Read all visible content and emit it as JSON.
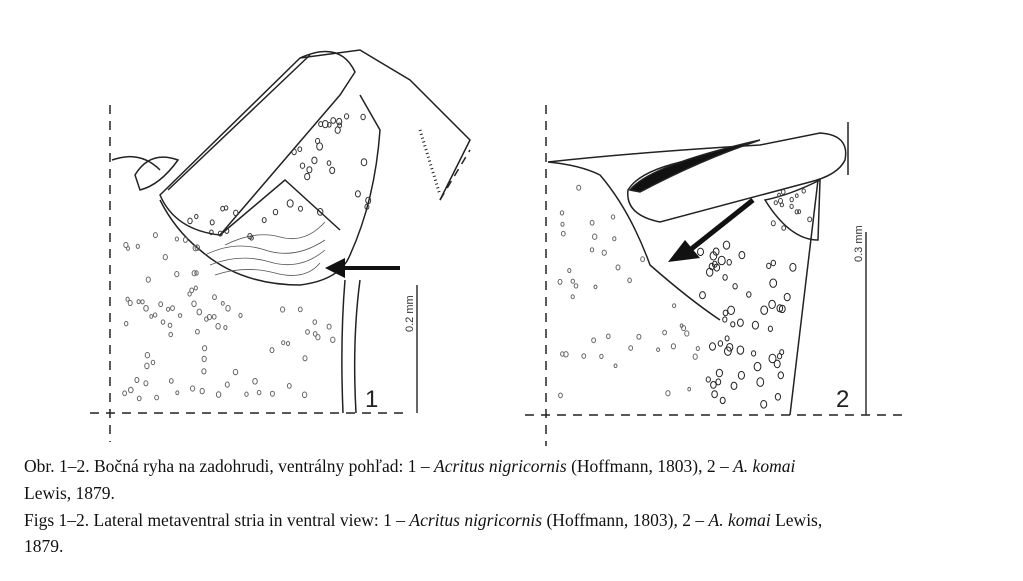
{
  "figure": {
    "panels": [
      {
        "number": "1",
        "scale_label": "0.2 mm"
      },
      {
        "number": "2",
        "scale_label": "0.3 mm"
      }
    ]
  },
  "caption": {
    "slovak": {
      "prefix": "Obr. 1–2. Bočná ryha na zadohrudi, ventrálny pohľad: 1 – ",
      "species1": "Acritus nigricornis",
      "mid": " (Hoffmann, 1803), 2 – ",
      "species2": "A. komai",
      "line2": "Lewis, 1879."
    },
    "english": {
      "prefix": "Figs 1–2. Lateral metaventral stria in ventral view: 1 – ",
      "species1": "Acritus nigricornis",
      "mid": " (Hoffmann, 1803), 2 – ",
      "species2": "A. komai",
      "suffix": " Lewis,",
      "line2": "1879."
    }
  }
}
